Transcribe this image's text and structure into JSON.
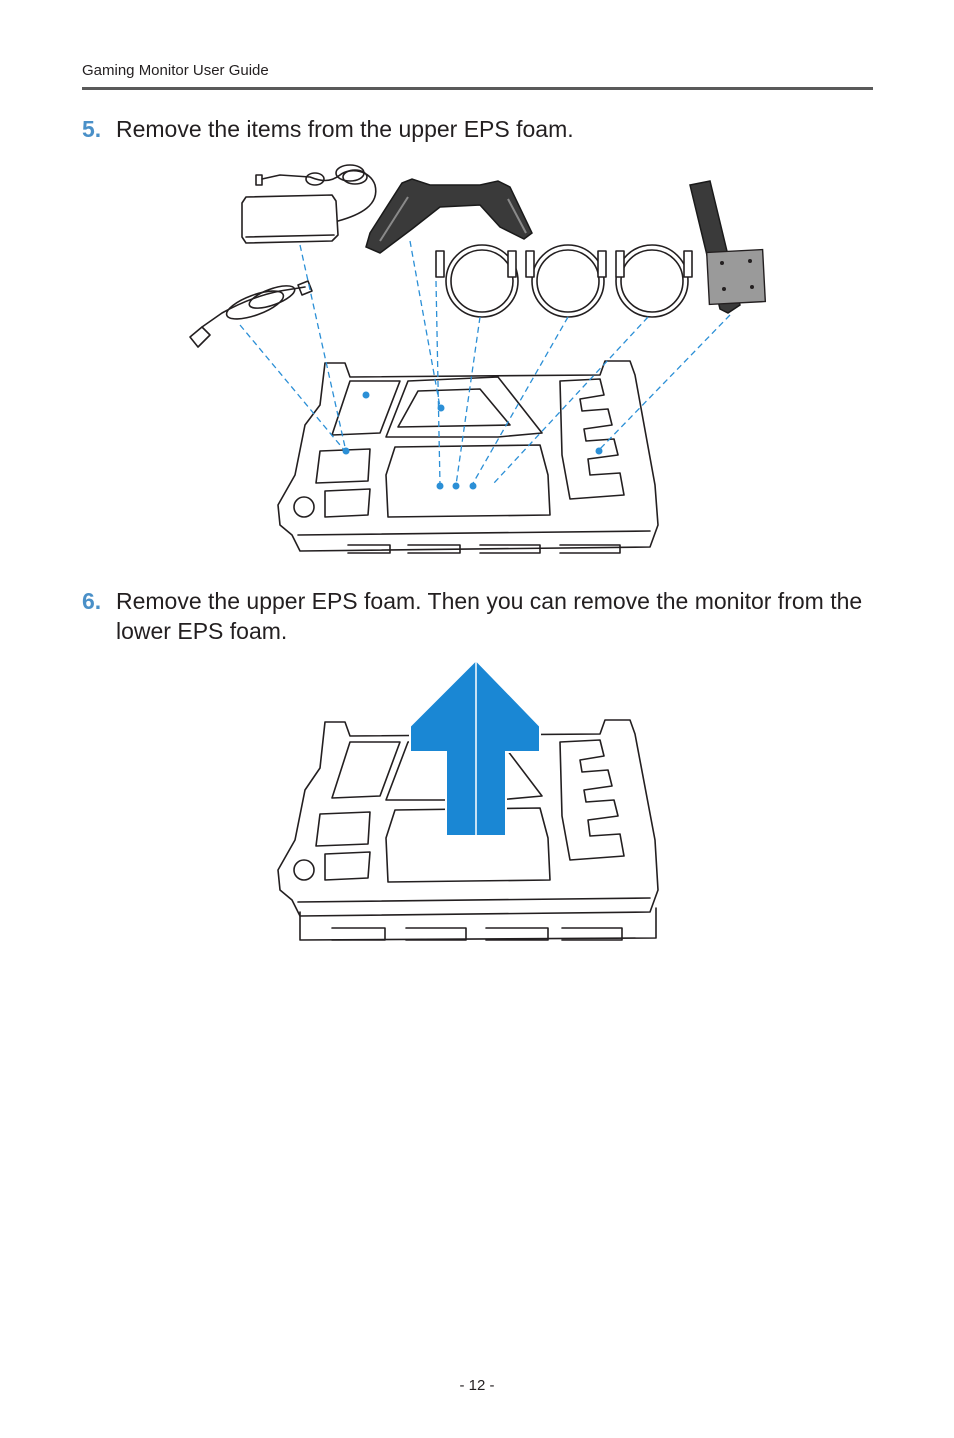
{
  "header": {
    "title": "Gaming Monitor User Guide"
  },
  "steps": [
    {
      "number": "5.",
      "text": "Remove the items from the upper EPS foam."
    },
    {
      "number": "6.",
      "text": "Remove the upper EPS foam. Then you can remove the monitor from the lower EPS foam."
    }
  ],
  "colors": {
    "accent": "#4a90c8",
    "arrow": "#1a87d4",
    "guide_line": "#2b8fd6"
  },
  "footer": {
    "page_number": "- 12 -"
  }
}
